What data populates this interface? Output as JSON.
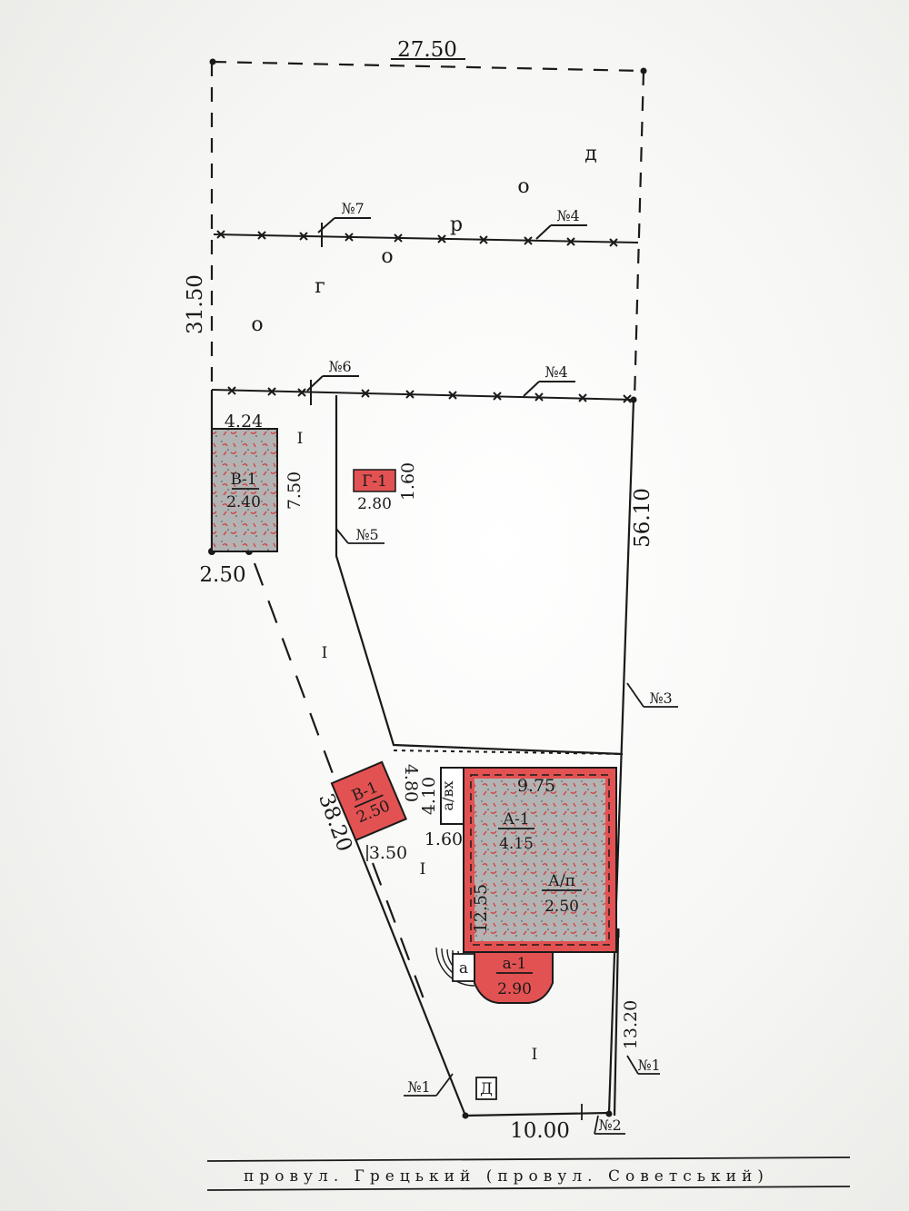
{
  "colors": {
    "building_fill": "#e35252",
    "hatch_fill": "#b3b3b3",
    "hatch_mark": "#d23a3a",
    "line": "#1a1a1a"
  },
  "dimensions": {
    "top_width": "27.50",
    "garden_depth": "31.50",
    "right_side": "56.10",
    "left_diagonal": "38.20",
    "bottom_frontage": "10.00",
    "front_right": "13.20"
  },
  "garden_word": [
    "о",
    "г",
    "о",
    "р",
    "о",
    "д"
  ],
  "fence_markers": [
    "№7",
    "№4",
    "№6",
    "№4",
    "№5",
    "№3",
    "№1",
    "№1",
    "№2"
  ],
  "buildings": {
    "b_upper": {
      "name": "В-1",
      "value": "2.40",
      "width": "4.24",
      "height": "7.50",
      "extra": "2.50"
    },
    "g": {
      "name": "Г-1",
      "value": "2.80",
      "dim": "1.60"
    },
    "b_lower": {
      "name": "В-1",
      "value": "2.50",
      "dim_a": "4.80",
      "dim_b": "3.50"
    },
    "a_main": {
      "name": "А-1",
      "value": "4.15",
      "width": "9.75",
      "length": "12.55"
    },
    "a_attic": {
      "name": "А/п",
      "value": "2.50"
    },
    "porch": {
      "name": "а/вх",
      "dim_a": "4.10",
      "dim_b": "1.60"
    },
    "a_small": {
      "name": "а-1",
      "value": "2.90",
      "letter": "а"
    },
    "d": {
      "name": "Д"
    }
  },
  "zone_labels": [
    "I",
    "I",
    "I",
    "I"
  ],
  "street": "провул. Грецький   (провул. Советський)"
}
